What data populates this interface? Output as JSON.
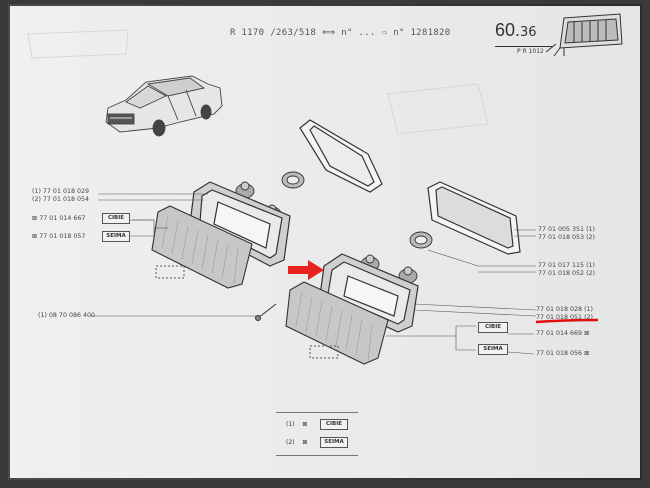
{
  "header": {
    "model": "R 1170",
    "variants": "/263/518",
    "serial_from": "n° ...",
    "serial_to": "n° 1281820"
  },
  "page_ref": {
    "number": "60.",
    "sub": "36",
    "pr": "P R 1012"
  },
  "left_group": {
    "ref_1": "(1) 77 01 018 029",
    "ref_2": "(2) 77 01 018 054",
    "lamp_1_ref": "77 01 014 667",
    "lamp_2_ref": "77 01 018 057",
    "screw_ref": "(1) 08 70 086 400"
  },
  "right_group": {
    "gasket_ref_1": "77 01 005 351 (1)",
    "gasket_ref_2": "77 01 018 053 (2)",
    "holder_ref_1": "77 01 017 115 (1)",
    "holder_ref_2": "77 01 018 052 (2)",
    "housing_ref_1": "77 01 018 028 (1)",
    "housing_ref_2": "77 01 018 051 (2)",
    "lamp_1_ref": "77 01 014 669",
    "lamp_2_ref": "77 01 018 056"
  },
  "badges": {
    "cibie": "CIBIE",
    "seima": "SEIMA"
  },
  "legend": {
    "row1_num": "(1)",
    "row1_brand": "CIBIE",
    "row2_num": "(2)",
    "row2_brand": "SEIMA"
  },
  "colors": {
    "arrow": "#e8231d",
    "underline": "#e01010"
  }
}
